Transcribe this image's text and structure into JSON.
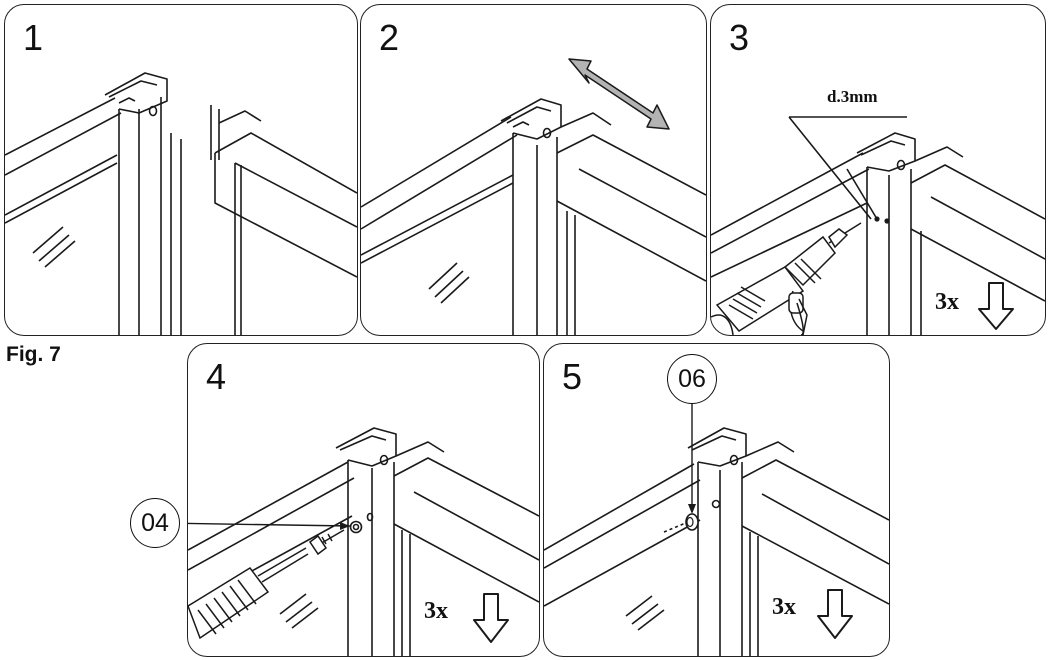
{
  "figure": {
    "label": "Fig. 7"
  },
  "steps": [
    {
      "number": "1"
    },
    {
      "number": "2"
    },
    {
      "number": "3",
      "dimension": "d.3mm",
      "repeat": "3x"
    },
    {
      "number": "4",
      "part": "04",
      "repeat": "3x"
    },
    {
      "number": "5",
      "part": "06",
      "repeat": "3x"
    }
  ],
  "colors": {
    "line": "#1a1a1a",
    "arrow_fill": "#b3b3b3",
    "background": "#ffffff"
  },
  "icons": [
    "double-arrow-icon",
    "down-arrow-icon",
    "drill-icon",
    "screwdriver-icon",
    "screw-icon",
    "cap-icon"
  ]
}
